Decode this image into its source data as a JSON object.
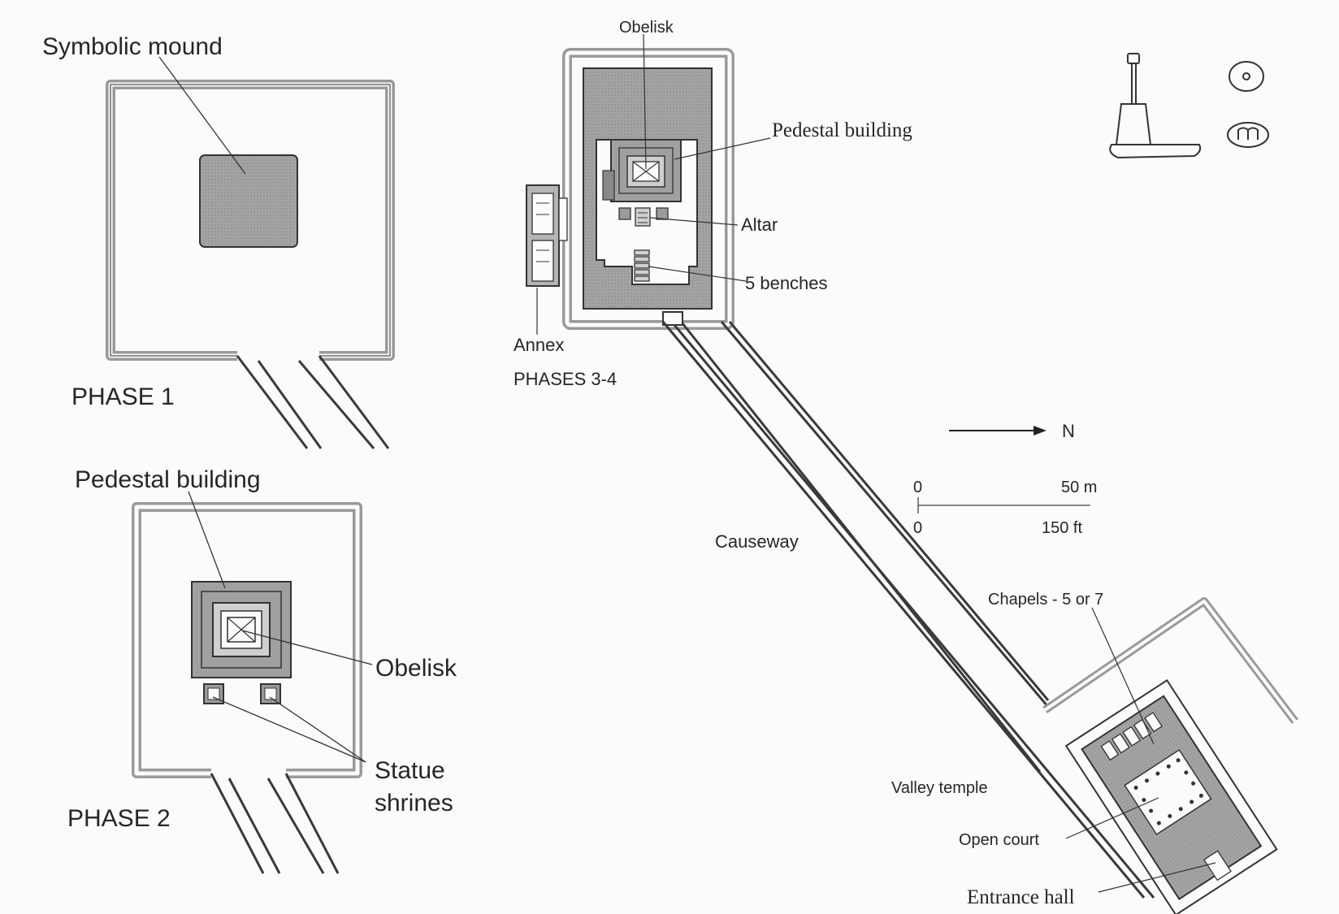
{
  "phase1": {
    "title": "PHASE 1",
    "symbolic_mound_label": "Symbolic mound"
  },
  "phase2": {
    "title": "PHASE 2",
    "pedestal_label": "Pedestal building",
    "obelisk_label": "Obelisk",
    "statue_label_line1": "Statue",
    "statue_label_line2": "shrines"
  },
  "phase34": {
    "title": "PHASES 3-4",
    "obelisk_label": "Obelisk",
    "pedestal_label": "Pedestal building",
    "altar_label": "Altar",
    "benches_label": "5 benches",
    "annex_label": "Annex"
  },
  "site": {
    "causeway_label": "Causeway",
    "chapels_label": "Chapels - 5 or 7",
    "valley_temple_label": "Valley temple",
    "open_court_label": "Open court",
    "entrance_hall_label": "Entrance hall"
  },
  "north_arrow": {
    "label": "N"
  },
  "scale_bar": {
    "m_zero": "0",
    "m_max": "50 m",
    "ft_zero": "0",
    "ft_max": "150 ft"
  },
  "colors": {
    "ink": "#2a2a2a",
    "fill_gray": "#9e9e9e",
    "paper": "#fbfbfb"
  }
}
